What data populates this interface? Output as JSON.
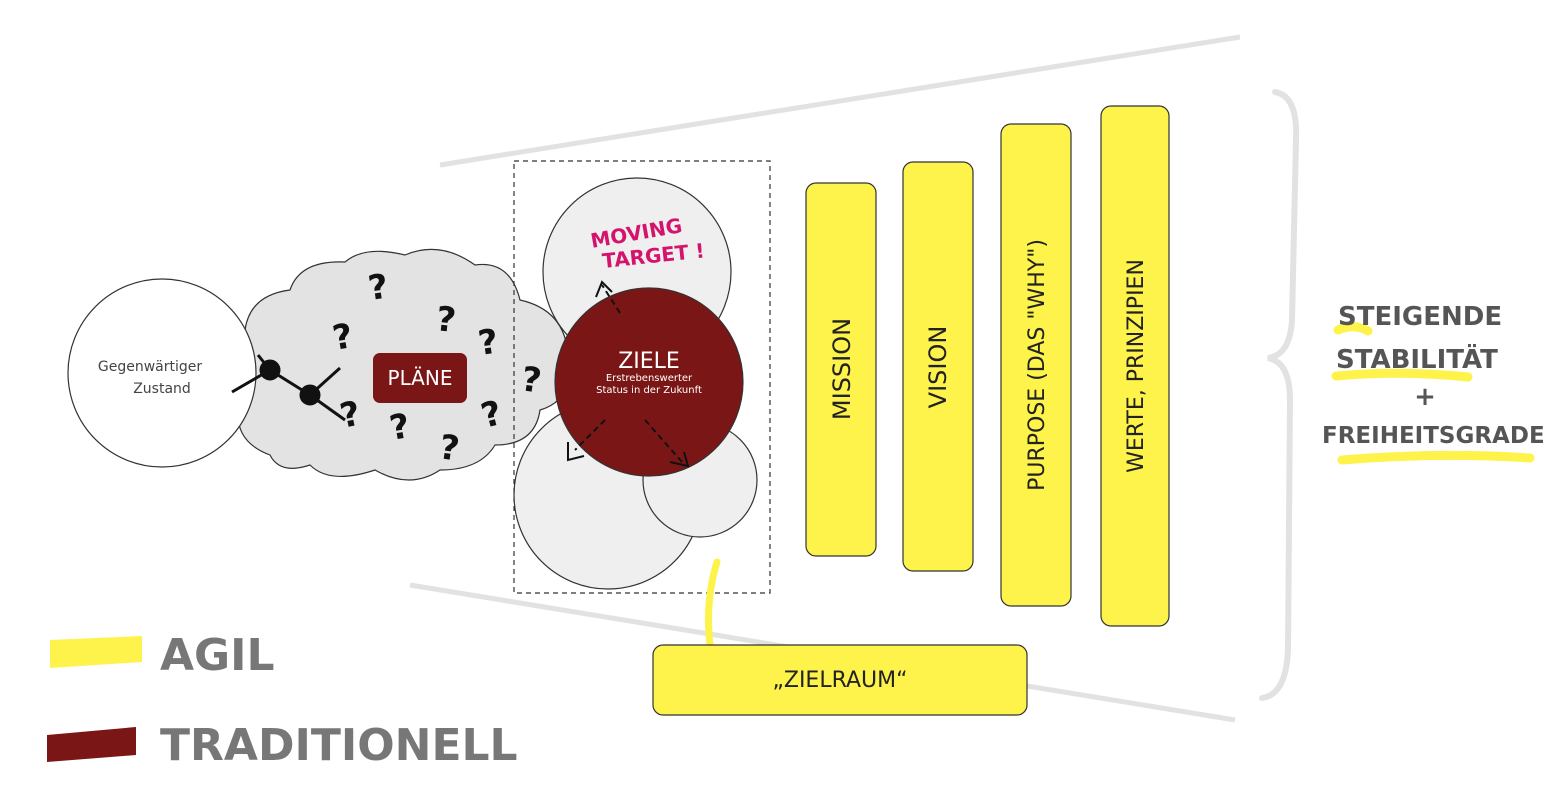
{
  "diagram": {
    "current_state": {
      "line1": "Gegenwärtiger",
      "line2": "Zustand"
    },
    "plans_label": "PLÄNE",
    "goals": {
      "title": "ZIELE",
      "subtitle_line1": "Erstrebenswerter",
      "subtitle_line2": "Status in der Zukunft"
    },
    "moving_target": {
      "line1": "MOVING",
      "line2": "TARGET !"
    },
    "question_mark": "?",
    "pillars": [
      {
        "label": "MISSION"
      },
      {
        "label": "VISION"
      },
      {
        "label": "PURPOSE (DAS \"WHY\")"
      },
      {
        "label": "WERTE, PRINZIPIEN"
      }
    ],
    "zielraum_label": "„ZIELRAUM“",
    "right_note": {
      "line1": "STEIGENDE",
      "line2": "STABILITÄT",
      "line3": "+",
      "line4": "FREIHEITSGRADE"
    },
    "legend": [
      {
        "label": "AGIL",
        "color": "#fdf34a"
      },
      {
        "label": "TRADITIONELL",
        "color": "#7b1616"
      }
    ]
  },
  "colors": {
    "yellow": "#fdf34a",
    "dark_red": "#7b1616",
    "magenta": "#d4146c",
    "light_gray": "#efefef",
    "cloud_gray": "#e3e3e3",
    "funnel_gray": "#e2e2e2",
    "legend_text": "#777777"
  }
}
